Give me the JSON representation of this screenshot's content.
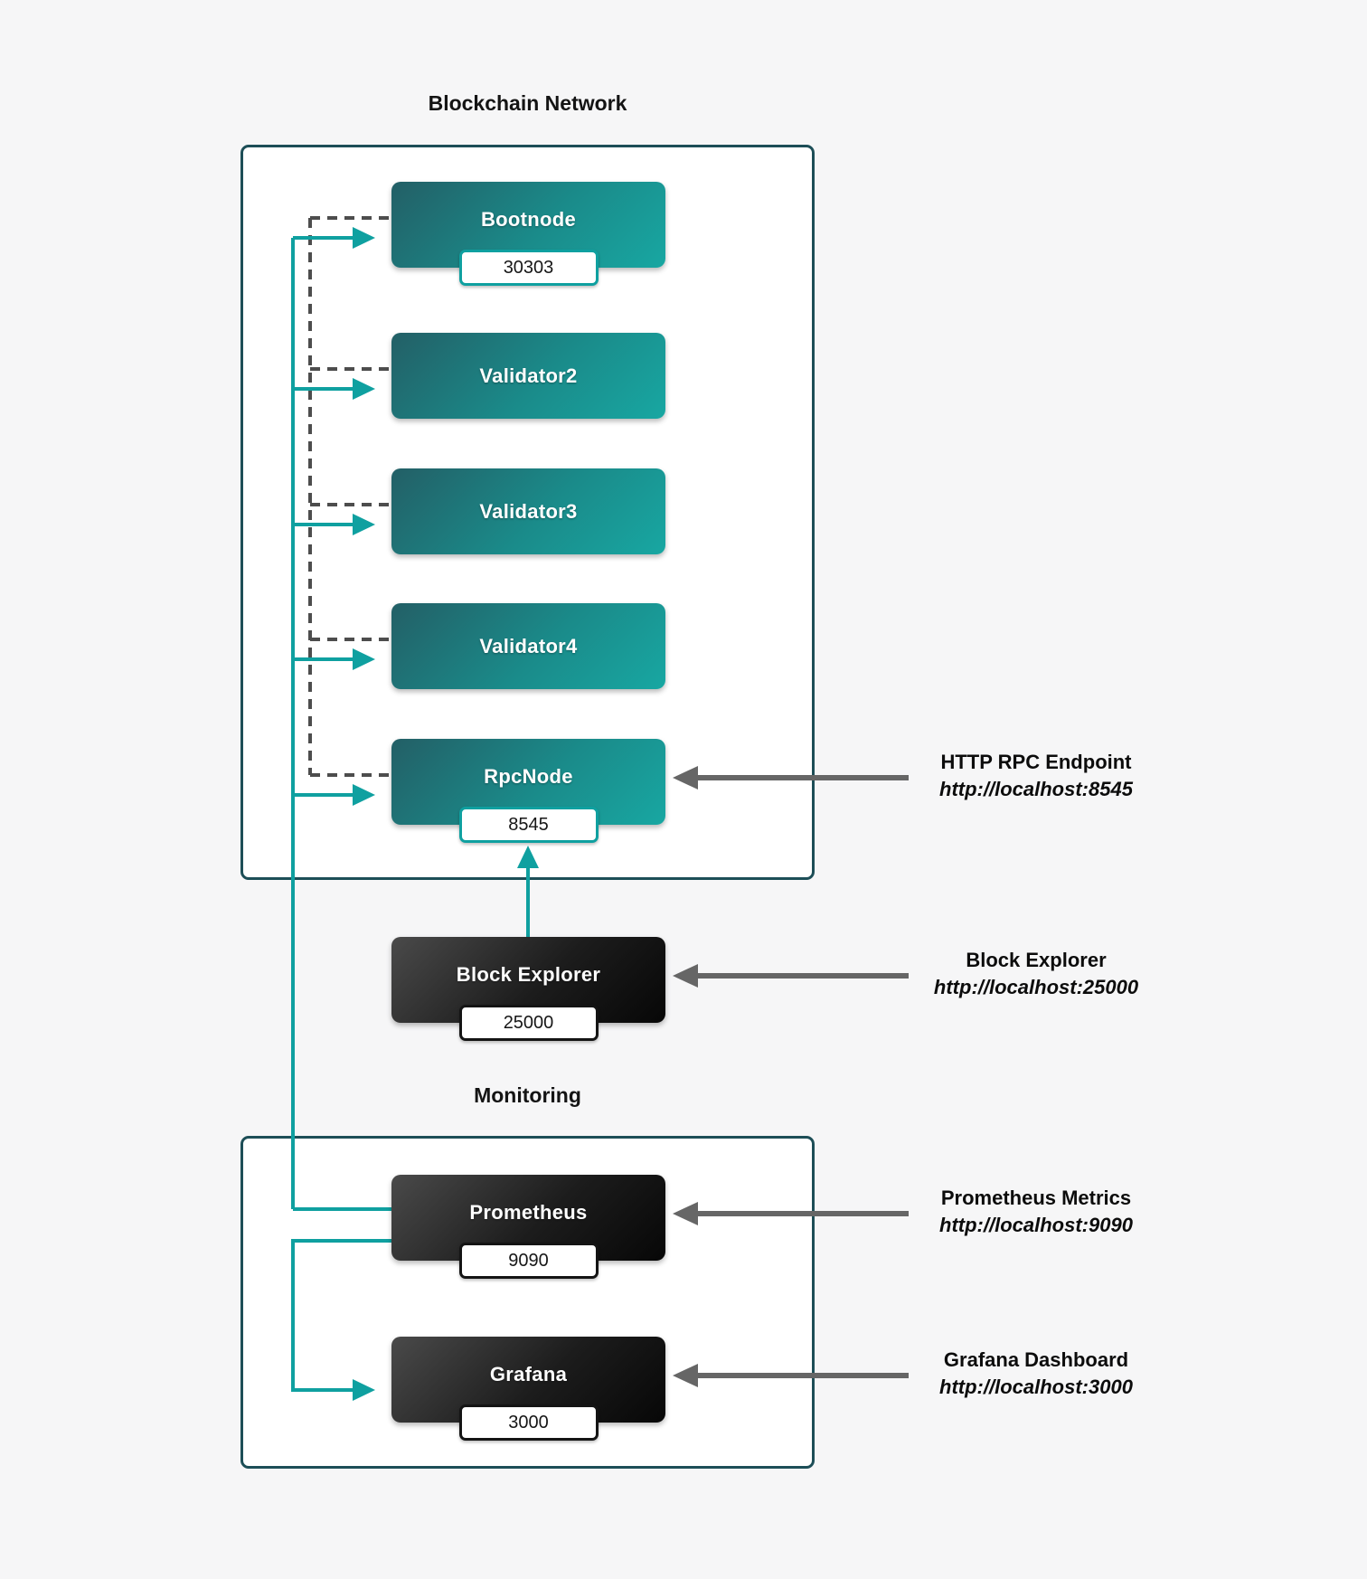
{
  "diagram": {
    "clusters": [
      {
        "id": "blockchain",
        "title": "Blockchain Network"
      },
      {
        "id": "monitoring",
        "title": "Monitoring"
      }
    ],
    "nodes": [
      {
        "id": "bootnode",
        "label": "Bootnode",
        "port": "30303",
        "style": "teal"
      },
      {
        "id": "validator2",
        "label": "Validator2",
        "port": "",
        "style": "teal"
      },
      {
        "id": "validator3",
        "label": "Validator3",
        "port": "",
        "style": "teal"
      },
      {
        "id": "validator4",
        "label": "Validator4",
        "port": "",
        "style": "teal"
      },
      {
        "id": "rpcnode",
        "label": "RpcNode",
        "port": "8545",
        "style": "teal"
      },
      {
        "id": "block-explorer",
        "label": "Block Explorer",
        "port": "25000",
        "style": "dark"
      },
      {
        "id": "prometheus",
        "label": "Prometheus",
        "port": "9090",
        "style": "dark"
      },
      {
        "id": "grafana",
        "label": "Grafana",
        "port": "3000",
        "style": "dark"
      }
    ],
    "annotations": [
      {
        "title": "HTTP RPC Endpoint",
        "url": "http://localhost:8545"
      },
      {
        "title": "Block Explorer",
        "url": "http://localhost:25000"
      },
      {
        "title": "Prometheus Metrics",
        "url": "http://localhost:9090"
      },
      {
        "title": "Grafana Dashboard",
        "url": "http://localhost:3000"
      }
    ],
    "colors": {
      "accent_teal": "#0fa0a0",
      "dashed_gray": "#4d4d4d",
      "arrow_gray": "#666666",
      "cluster_border": "#1d4e57",
      "teal_node_start": "#235f66",
      "teal_node_end": "#18a7a2",
      "dark_node_start": "#4a4a4a",
      "dark_node_end": "#070707",
      "background": "#f6f6f7"
    }
  }
}
